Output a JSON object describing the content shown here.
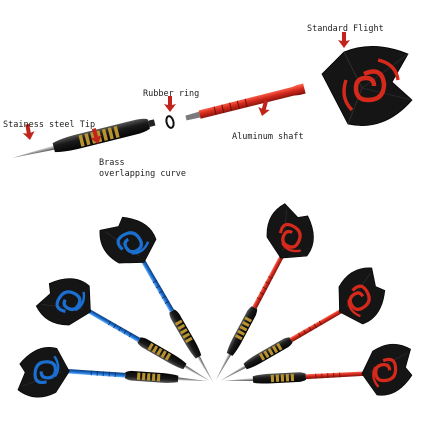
{
  "labels": {
    "tip": "Stainess steel Tip",
    "ring": "Rubber ring",
    "flight": "Standard Flight",
    "shaft": "Aluminum shaft",
    "brass_line1": "Brass",
    "brass_line2": "overlapping curve"
  },
  "colors": {
    "background": "#ffffff",
    "arrow_red": "#c0241b",
    "shaft_red": "#d5291c",
    "shaft_blue": "#1a6fd0",
    "flight_black": "#151515",
    "barrel_black": "#111111",
    "knurl_gold": "#b8932f"
  },
  "icons": [
    "exploded-dart",
    "blue-dart",
    "red-dart",
    "label-arrow"
  ]
}
